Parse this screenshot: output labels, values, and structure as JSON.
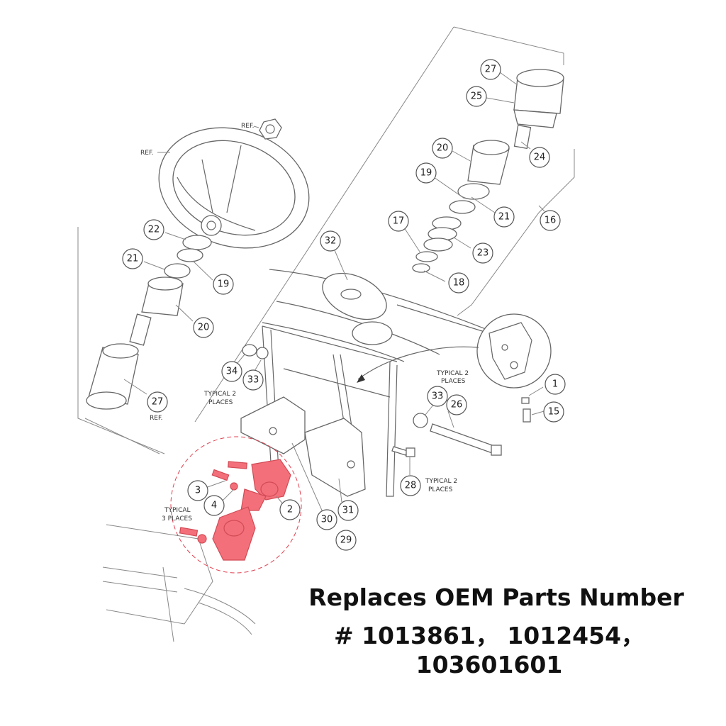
{
  "caption": {
    "line1": "Replaces OEM Parts Number",
    "line2": "# 1013861， 1012454， 103601601"
  },
  "notes": {
    "ref_nut": "REF.",
    "ref_wheel": "REF.",
    "ref_27": "REF.",
    "typical2_left_a": "TYPICAL 2",
    "typical2_left_b": "PLACES",
    "typical2_right_a": "TYPICAL 2",
    "typical2_right_b": "PLACES",
    "typical2_bolt_a": "TYPICAL 2",
    "typical2_bolt_b": "PLACES",
    "typical3_a": "TYPICAL",
    "typical3_b": "3 PLACES"
  },
  "callouts": [
    "27",
    "25",
    "24",
    "20",
    "19",
    "21",
    "16",
    "17",
    "23",
    "18",
    "32",
    "22",
    "21",
    "19",
    "20",
    "27",
    "34",
    "33",
    "1",
    "33",
    "26",
    "15",
    "28",
    "3",
    "4",
    "2",
    "30",
    "31",
    "29"
  ],
  "highlight_color": "#f3707a"
}
